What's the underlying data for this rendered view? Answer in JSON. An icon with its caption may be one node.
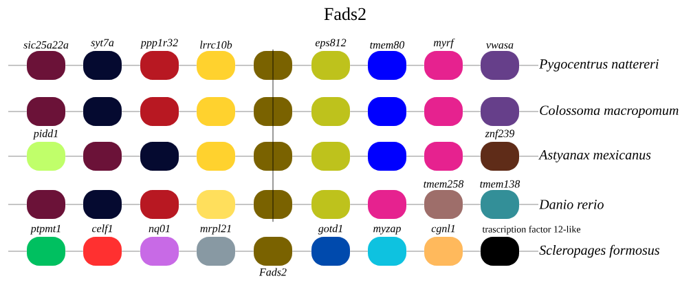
{
  "diagram": {
    "title": "Fads2",
    "nodes": [
      {
        "text": [
          "sic25a22a"
        ]
      },
      {
        "text": [
          "syt7a"
        ]
      },
      {
        "text": [
          "ppp1r32"
        ]
      },
      {
        "text": [
          "lrrc10b"
        ]
      },
      {
        "text": [],
        "shape": "oval"
      },
      {
        "text": [
          "eps812"
        ]
      },
      {
        "text": [
          "tmem80"
        ]
      },
      {
        "text": [
          "myrf"
        ]
      },
      {
        "text": [
          "vwasa"
        ]
      },
      {
        "text": [
          "Pygocentrus nattereri"
        ]
      },
      {
        "text": [],
        "shape": "oval"
      },
      {
        "text": [],
        "shape": "oval"
      },
      {
        "text": [],
        "shape": "oval"
      },
      {
        "text": [],
        "shape": "oval"
      },
      {
        "text": [],
        "shape": "oval"
      },
      {
        "text": [],
        "shape": "oval"
      },
      {
        "text": [],
        "shape": "oval"
      },
      {
        "text": [],
        "shape": "oval"
      },
      {
        "text": [],
        "shape": "oval"
      },
      {
        "text": [
          "Colossoma macropomum"
        ]
      },
      {
        "text": [
          "pidd1"
        ]
      },
      {
        "text": [],
        "shape": "oval"
      },
      {
        "text": [],
        "shape": "oval"
      },
      {
        "text": [],
        "shape": "oval"
      },
      {
        "text": [],
        "shape": "oval"
      },
      {
        "text": [],
        "shape": "oval"
      },
      {
        "text": [],
        "shape": "oval"
      },
      {
        "text": [],
        "shape": "oval"
      },
      {
        "text": [
          "znf239"
        ]
      },
      {
        "text": [
          "Astyanax mexicanus"
        ]
      },
      {
        "text": [],
        "shape": "oval"
      },
      {
        "text": [],
        "shape": "oval"
      },
      {
        "text": [],
        "shape": "oval"
      },
      {
        "text": [],
        "shape": "oval"
      },
      {
        "text": [],
        "shape": "oval"
      },
      {
        "text": [],
        "shape": "oval"
      },
      {
        "text": [],
        "shape": "oval"
      },
      {
        "text": [
          "tmem258"
        ]
      },
      {
        "text": [
          "tmem138"
        ]
      },
      {
        "text": [
          "Danio rerio"
        ]
      },
      {
        "text": [
          "ptpmt1"
        ]
      },
      {
        "text": [
          "celf1"
        ]
      },
      {
        "text": [
          "nq01"
        ]
      },
      {
        "text": [
          "mrpl21"
        ]
      },
      {
        "text": [
          "Fads2"
        ]
      },
      {
        "text": [
          "gotd1"
        ]
      },
      {
        "text": [
          "myzap"
        ]
      },
      {
        "text": [
          "cgnl1"
        ]
      },
      {
        "text": [
          "trascription factor 12-like"
        ]
      },
      {
        "text": [
          "Scleropages formosus"
        ]
      }
    ],
    "edges": [
      {
        "from": null,
        "to": 0,
        "arrow": "none"
      },
      {
        "from": 0,
        "to": 1,
        "arrow": "none"
      },
      {
        "from": 1,
        "to": 2,
        "arrow": "none"
      },
      {
        "from": 2,
        "to": 3,
        "arrow": "none"
      },
      {
        "from": 3,
        "to": 4,
        "arrow": "none"
      },
      {
        "from": 4,
        "to": 5,
        "arrow": "none"
      },
      {
        "from": 5,
        "to": 6,
        "arrow": "none"
      },
      {
        "from": 6,
        "to": 7,
        "arrow": "none"
      },
      {
        "from": 7,
        "to": 8,
        "arrow": "none"
      },
      {
        "from": 8,
        "to": 9,
        "arrow": "none"
      },
      {
        "from": null,
        "to": 10,
        "arrow": "none"
      },
      {
        "from": 10,
        "to": 11,
        "arrow": "none"
      },
      {
        "from": 11,
        "to": 12,
        "arrow": "none"
      },
      {
        "from": 12,
        "to": 13,
        "arrow": "none"
      },
      {
        "from": 13,
        "to": 14,
        "arrow": "none"
      },
      {
        "from": 14,
        "to": 15,
        "arrow": "none"
      },
      {
        "from": 15,
        "to": 16,
        "arrow": "none"
      },
      {
        "from": 16,
        "to": 17,
        "arrow": "none"
      },
      {
        "from": 17,
        "to": 18,
        "arrow": "none"
      },
      {
        "from": 18,
        "to": 19,
        "arrow": "none"
      },
      {
        "from": null,
        "to": 20,
        "arrow": "none"
      },
      {
        "from": 20,
        "to": 21,
        "arrow": "none"
      },
      {
        "from": 21,
        "to": 22,
        "arrow": "none"
      },
      {
        "from": 22,
        "to": 23,
        "arrow": "none"
      },
      {
        "from": 23,
        "to": 24,
        "arrow": "none"
      },
      {
        "from": 24,
        "to": 25,
        "arrow": "none"
      },
      {
        "from": 25,
        "to": 26,
        "arrow": "none"
      },
      {
        "from": 26,
        "to": 27,
        "arrow": "none"
      },
      {
        "from": 27,
        "to": 28,
        "arrow": "none"
      },
      {
        "from": 28,
        "to": 29,
        "arrow": "none"
      },
      {
        "from": null,
        "to": 30,
        "arrow": "none"
      },
      {
        "from": 30,
        "to": 31,
        "arrow": "none"
      },
      {
        "from": 31,
        "to": 32,
        "arrow": "none"
      },
      {
        "from": 32,
        "to": 33,
        "arrow": "none"
      },
      {
        "from": 33,
        "to": 34,
        "arrow": "none"
      },
      {
        "from": 34,
        "to": 35,
        "arrow": "none"
      },
      {
        "from": 35,
        "to": 36,
        "arrow": "none"
      },
      {
        "from": 36,
        "to": 37,
        "arrow": "none"
      },
      {
        "from": 37,
        "to": 38,
        "arrow": "none"
      },
      {
        "from": 38,
        "to": 39,
        "arrow": "none"
      },
      {
        "from": null,
        "to": 40,
        "arrow": "none"
      },
      {
        "from": 40,
        "to": 41,
        "arrow": "none"
      },
      {
        "from": 41,
        "to": 42,
        "arrow": "none"
      },
      {
        "from": 42,
        "to": 43,
        "arrow": "none"
      },
      {
        "from": 43,
        "to": 44,
        "arrow": "none"
      },
      {
        "from": 44,
        "to": 45,
        "arrow": "none"
      },
      {
        "from": 45,
        "to": 46,
        "arrow": "none"
      },
      {
        "from": 46,
        "to": 47,
        "arrow": "none"
      },
      {
        "from": 47,
        "to": 48,
        "arrow": "none"
      },
      {
        "from": 48,
        "to": 49,
        "arrow": "none"
      },
      {
        "from": 4,
        "to": 14,
        "arrow": "none",
        "color": "#000000"
      },
      {
        "from": 14,
        "to": 24,
        "arrow": "none",
        "color": "#000000"
      },
      {
        "from": 24,
        "to": 34,
        "arrow": "none",
        "color": "#000000"
      }
    ]
  }
}
